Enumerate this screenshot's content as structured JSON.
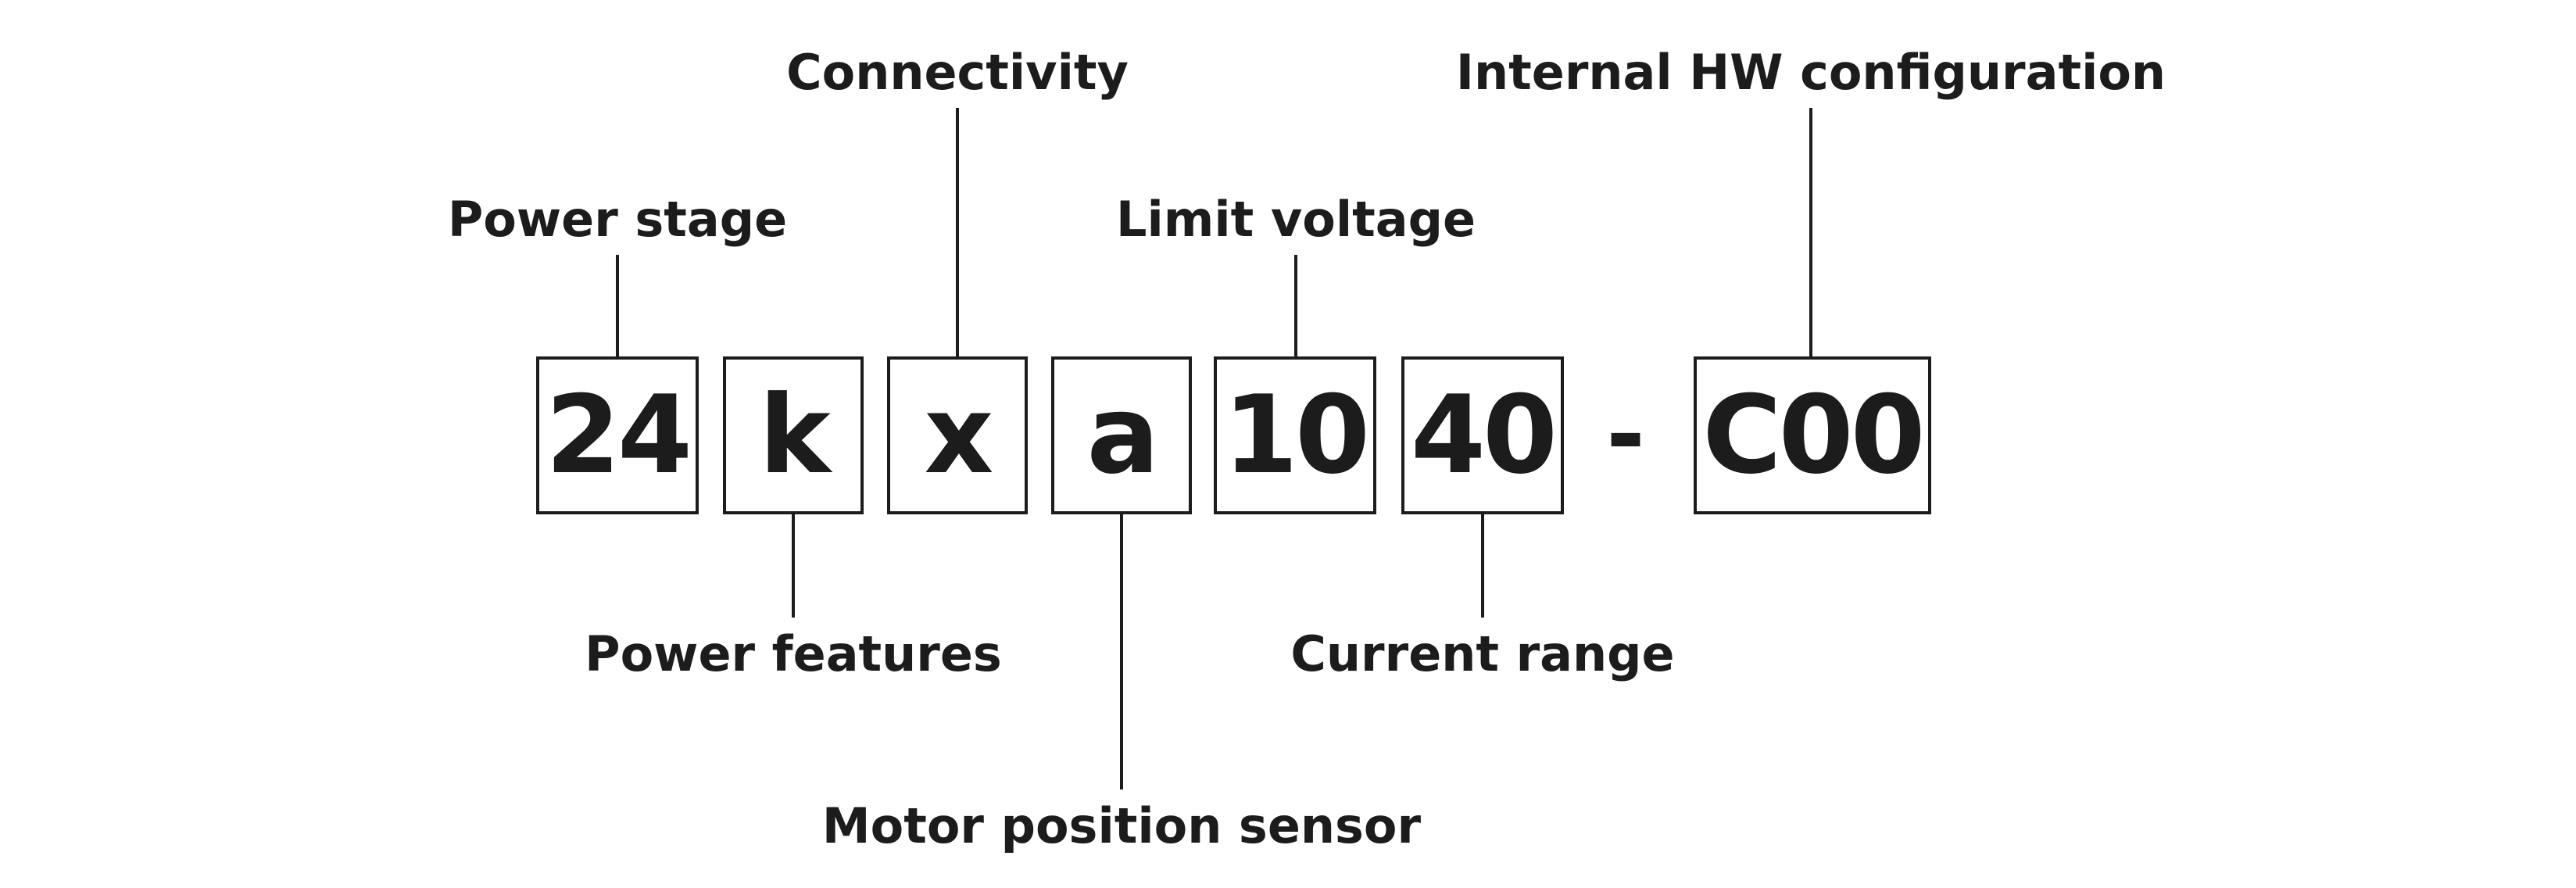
{
  "code": {
    "power_stage": "24",
    "power_features": "k",
    "connectivity": "x",
    "motor_position_sensor": "a",
    "limit_voltage": "10",
    "current_range": "40",
    "separator": "-",
    "internal_hw_configuration": "C00"
  },
  "labels": {
    "power_stage": "Power stage",
    "power_features": "Power features",
    "connectivity": "Connectivity",
    "motor_position_sensor": "Motor position sensor",
    "limit_voltage": "Limit voltage",
    "current_range": "Current range",
    "internal_hw_configuration": "Internal HW configuration"
  },
  "colors": {
    "ink": "#1c1c1c",
    "background": "#ffffff"
  }
}
